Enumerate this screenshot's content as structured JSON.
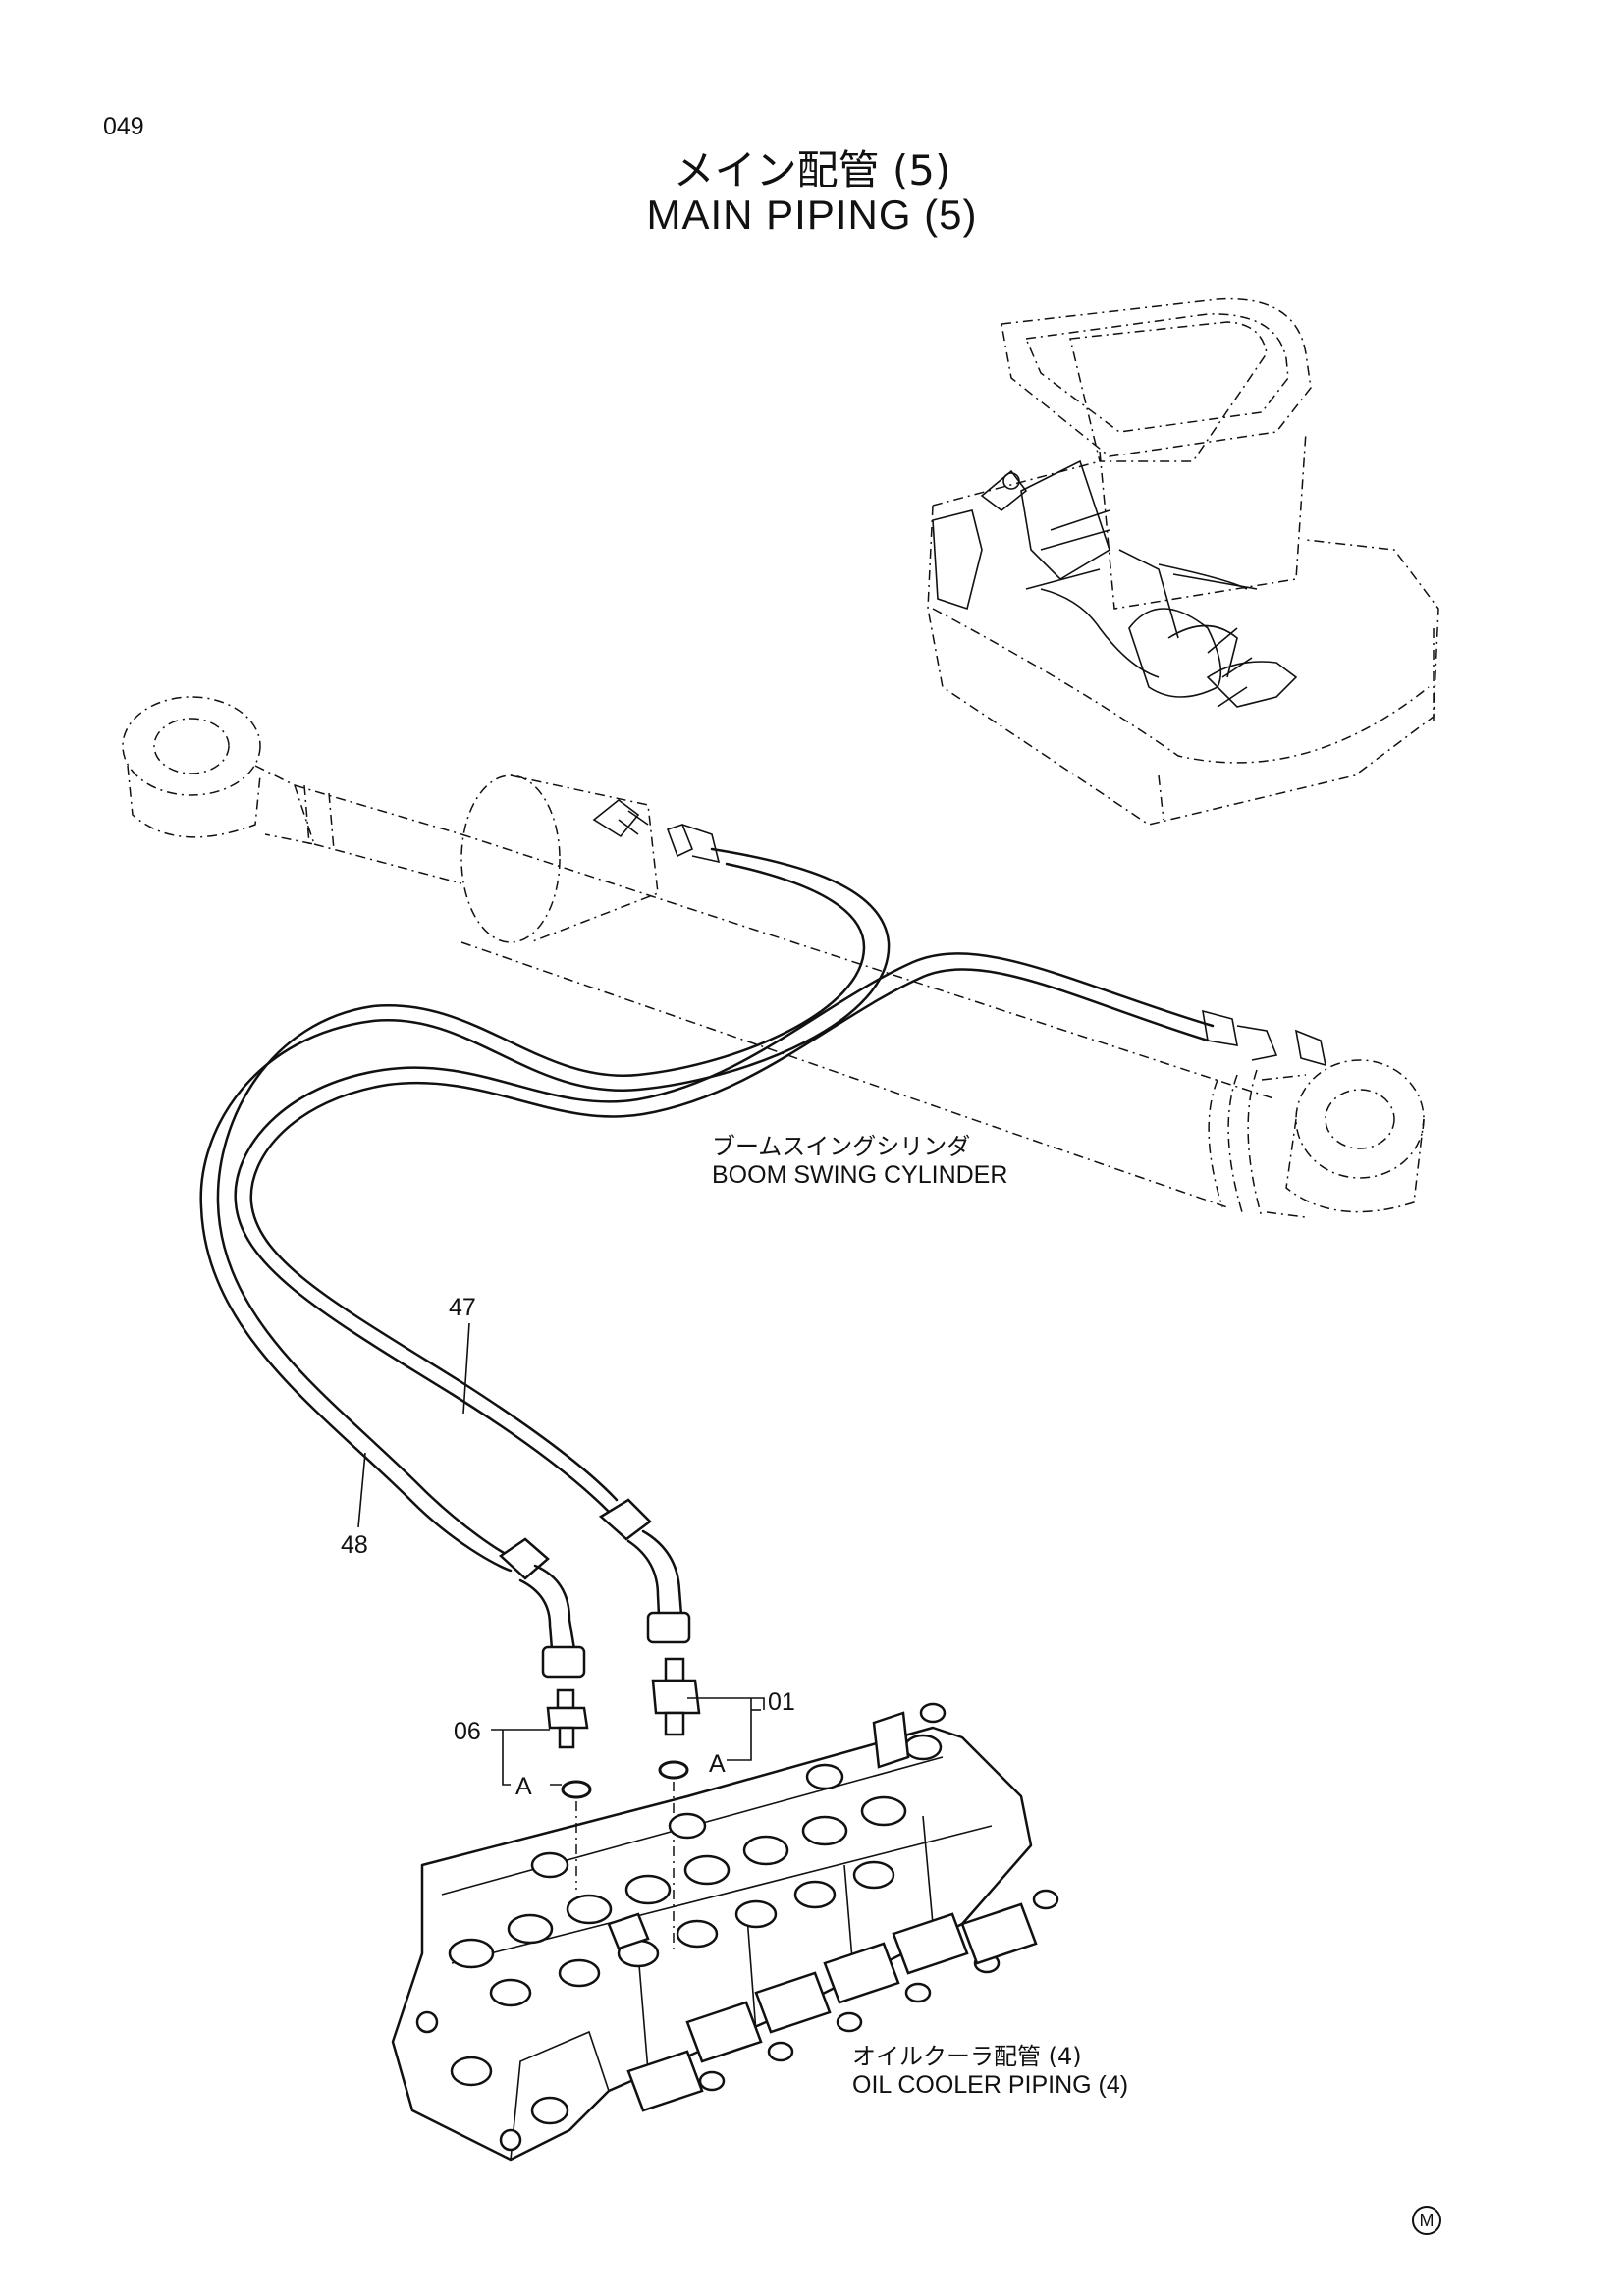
{
  "page_number": "049",
  "title": {
    "ja": "メイン配管 (5)",
    "en": "MAIN PIPING (5)"
  },
  "components": {
    "boom_swing_cylinder": {
      "ja": "ブームスイングシリンダ",
      "en": "BOOM SWING CYLINDER"
    },
    "oil_cooler_piping": {
      "ja": "オイルクーラ配管 (4)",
      "en": "OIL COOLER PIPING (4)"
    }
  },
  "part_numbers": [
    "47",
    "48",
    "01",
    "06"
  ],
  "reference_marks": {
    "a_right": "A",
    "a_left": "A"
  },
  "corner_mark": "M"
}
